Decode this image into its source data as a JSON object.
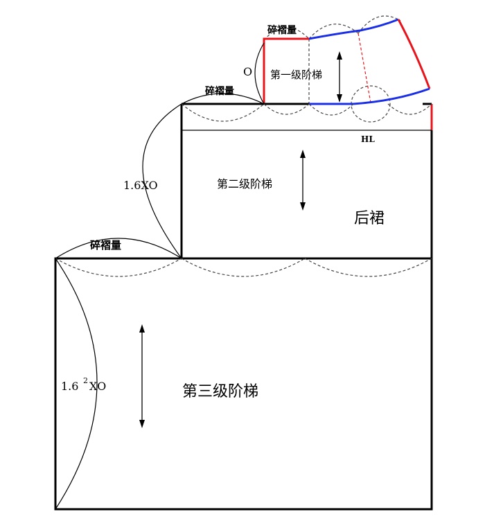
{
  "labels": {
    "fold_amount": "碎褶量",
    "circle_o": "O",
    "tier1": "第一级阶梯",
    "tier2": "第二级阶梯",
    "tier3": "第三级阶梯",
    "back_skirt": "后裙",
    "hip_line": "HL",
    "tier2_length_prefix": "1.6XO",
    "tier3_length_prefix": "1.6",
    "tier3_length_exp": "2",
    "tier3_length_suffix": "XO"
  },
  "colors": {
    "outline": "#000000",
    "red": "#e8141c",
    "blue": "#1a2ee6",
    "dashed": "#444444"
  }
}
